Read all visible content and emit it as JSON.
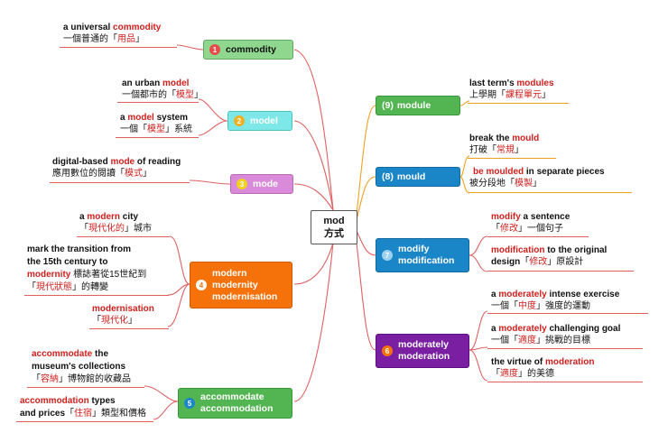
{
  "center": {
    "line1": "mod",
    "line2": "方式"
  },
  "colors": {
    "commodity": "#8fd68f",
    "model": "#7ee8e8",
    "mode": "#d98bd9",
    "modern": "#f5720a",
    "accommodate": "#53b551",
    "module": "#53b551",
    "mould": "#1a86c8",
    "modify": "#1a86c8",
    "moderately": "#7a1fa2",
    "highlight": "#d0201e"
  },
  "branches": {
    "commodity": {
      "num": "1",
      "label": "commodity",
      "leaves": [
        {
          "pre": "a universal ",
          "hl": "commodity",
          "post": "",
          "zh_pre": "一個普通的「",
          "zh_hl": "用品",
          "zh_post": "」"
        }
      ]
    },
    "model": {
      "num": "2",
      "label": "model",
      "leaves": [
        {
          "pre": "an urban ",
          "hl": "model",
          "post": "",
          "zh_pre": "一個都市的「",
          "zh_hl": "模型",
          "zh_post": "」"
        },
        {
          "pre": "a ",
          "hl": "model",
          "post": " system",
          "zh_pre": "一個「",
          "zh_hl": "模型",
          "zh_post": "」系統"
        }
      ]
    },
    "mode": {
      "num": "3",
      "label": "mode",
      "leaves": [
        {
          "pre": "digital-based ",
          "hl": "mode",
          "post": " of reading",
          "zh_pre": "應用數位的閱讀「",
          "zh_hl": "模式",
          "zh_post": "」"
        }
      ]
    },
    "modern": {
      "num": "4",
      "line1": "modern",
      "line2": "modernity",
      "line3": "modernisation",
      "leaves": [
        {
          "pre": "a ",
          "hl": "modern",
          "post": " city",
          "zh_pre": "「",
          "zh_hl": "現代化的",
          "zh_post": "」城市"
        },
        {
          "l1": "mark the transition from",
          "l2": "the 15th century to",
          "l3_hl": "modernity",
          "l3_zh": "  標誌著從15世紀到",
          "zh_pre": "「",
          "zh_hl": "現代狀態",
          "zh_post": "」的轉變"
        },
        {
          "hl": "modernisation",
          "zh_pre": "「",
          "zh_hl": "現代化",
          "zh_post": "」"
        }
      ]
    },
    "accommodate": {
      "num": "5",
      "line1": "accommodate",
      "line2": "accommodation",
      "leaves": [
        {
          "hl": "accommodate",
          "post": " the",
          "l2": "museum's collections",
          "zh_pre": "「",
          "zh_hl": "容納",
          "zh_post": "」博物館的收藏品"
        },
        {
          "hl": "accommodation",
          "post": " types",
          "l2": "and prices",
          "zh_pre": "「",
          "zh_hl": "住宿",
          "zh_post": "」類型和價格"
        }
      ]
    },
    "module": {
      "num": "(9)",
      "label": "module",
      "leaves": [
        {
          "pre": "last term's ",
          "hl": "modules",
          "post": "",
          "zh_pre": "上學期「",
          "zh_hl": "課程單元",
          "zh_post": "」"
        }
      ]
    },
    "mould": {
      "num": "(8)",
      "label": "mould",
      "leaves": [
        {
          "pre": "break the ",
          "hl": "mould",
          "post": "",
          "zh_pre": "打破「",
          "zh_hl": "常規",
          "zh_post": "」"
        },
        {
          "pre": "",
          "hl": "be moulded",
          "post": " in separate pieces",
          "zh_pre": "被分段地「",
          "zh_hl": "模製",
          "zh_post": "」"
        }
      ]
    },
    "modify": {
      "num": "7",
      "line1": "modify",
      "line2": "modification",
      "leaves": [
        {
          "pre": "",
          "hl": "modify",
          "post": " a sentence",
          "zh_pre": "「",
          "zh_hl": "修改",
          "zh_post": "」一個句子"
        },
        {
          "pre": "",
          "hl": "modification",
          "post": " to the original",
          "l2": "design",
          "zh_pre": "「",
          "zh_hl": "修改",
          "zh_post": "」原設計"
        }
      ]
    },
    "moderately": {
      "num": "6",
      "line1": "moderately",
      "line2": "moderation",
      "leaves": [
        {
          "pre": "a ",
          "hl": "moderately",
          "post": " intense exercise",
          "zh_pre": " 一個「",
          "zh_hl": "中度",
          "zh_post": "」強度的運動"
        },
        {
          "pre": "a ",
          "hl": "moderately",
          "post": " challenging goal",
          "zh_pre": "一個「",
          "zh_hl": "適度",
          "zh_post": "」挑戰的目標"
        },
        {
          "pre": "the virtue of ",
          "hl": "moderation",
          "post": "",
          "zh_pre": "「",
          "zh_hl": "適度",
          "zh_post": "」的美德"
        }
      ]
    }
  }
}
